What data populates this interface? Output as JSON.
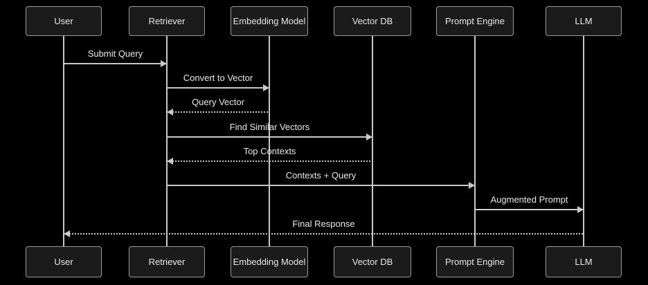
{
  "diagram": {
    "type": "sequence-diagram",
    "theme": "dark"
  },
  "participants": [
    {
      "label": "User"
    },
    {
      "label": "Retriever"
    },
    {
      "label": "Embedding Model"
    },
    {
      "label": "Vector DB"
    },
    {
      "label": "Prompt Engine"
    },
    {
      "label": "LLM"
    }
  ],
  "messages": [
    {
      "label": "Submit Query",
      "from": "User",
      "to": "Retriever",
      "line": "solid",
      "direction": "right"
    },
    {
      "label": "Convert to Vector",
      "from": "Retriever",
      "to": "Embedding Model",
      "line": "solid",
      "direction": "right"
    },
    {
      "label": "Query Vector",
      "from": "Embedding Model",
      "to": "Retriever",
      "line": "dashed",
      "direction": "left"
    },
    {
      "label": "Find Similar Vectors",
      "from": "Retriever",
      "to": "Vector DB",
      "line": "solid",
      "direction": "right"
    },
    {
      "label": "Top Contexts",
      "from": "Vector DB",
      "to": "Retriever",
      "line": "dashed",
      "direction": "left"
    },
    {
      "label": "Contexts + Query",
      "from": "Retriever",
      "to": "Prompt Engine",
      "line": "solid",
      "direction": "right"
    },
    {
      "label": "Augmented Prompt",
      "from": "Prompt Engine",
      "to": "LLM",
      "line": "solid",
      "direction": "right"
    },
    {
      "label": "Final Response",
      "from": "LLM",
      "to": "User",
      "line": "dashed",
      "direction": "left"
    }
  ],
  "colors": {
    "background": "#000000",
    "node_fill": "#1b1b1b",
    "node_border": "#9a9a9a",
    "text": "#e8e8e8",
    "line": "#c9c9c9"
  }
}
